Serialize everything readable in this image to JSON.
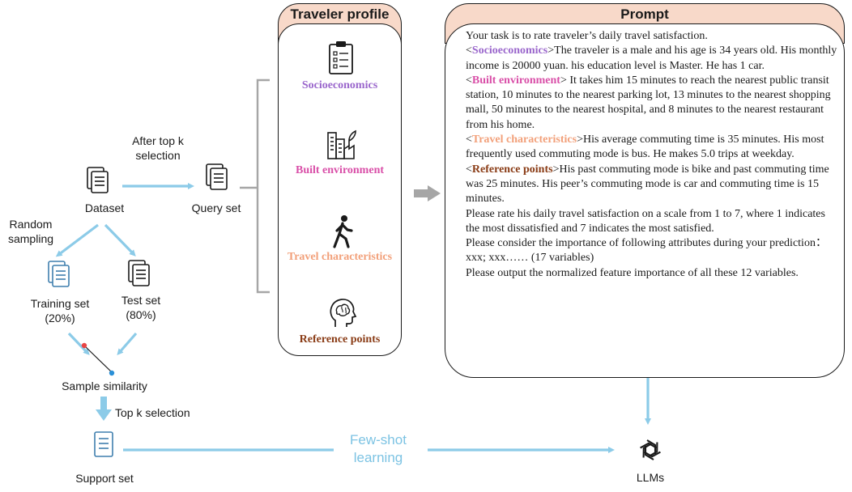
{
  "left_flow": {
    "dataset": "Dataset",
    "after_top_k": "After top k\nselection",
    "query_set": "Query set",
    "random_sampling": "Random\nsampling",
    "training_set": "Training set\n(20%)",
    "test_set": "Test set\n(80%)",
    "sample_similarity": "Sample similarity",
    "top_k_selection": "Top k selection",
    "support_set": "Support set",
    "few_shot": "Few-shot\nlearning",
    "llms": "LLMs"
  },
  "traveler_profile": {
    "title": "Traveler profile",
    "categories": [
      {
        "label": "Socioeconomics",
        "icon": "clipboard-icon",
        "color": "#9a66cc"
      },
      {
        "label": "Built environment",
        "icon": "buildings-icon",
        "color": "#d94fa8"
      },
      {
        "label": "Travel characteristics",
        "icon": "walking-person-icon",
        "color": "#f2a07a"
      },
      {
        "label": "Reference points",
        "icon": "head-brain-icon",
        "color": "#8a3c16"
      }
    ]
  },
  "prompt": {
    "title": "Prompt",
    "intro": "Your task is to rate traveler’s daily travel satisfaction.",
    "socio_tag": "Socioeconomics",
    "socio_text": "The traveler is a male and his age is 34 years old. His monthly income is 20000 yuan. his education level is Master. He has 1 car.",
    "built_tag": "Built environment",
    "built_text": " It takes him 15 minutes to reach the nearest public transit station, 10 minutes to the nearest parking lot,  13 minutes to the nearest shopping mall, 50 minutes to the nearest hospital, and 8 minutes to the nearest restaurant from his home.",
    "travel_tag": "Travel characteristics",
    "travel_text": "His average commuting time is 35 minutes. His most frequently used commuting mode is bus. He makes 5.0 trips at weekday.",
    "ref_tag": "Reference points",
    "ref_text": "His past commuting mode is bike and past commuting time was 25 minutes. His peer’s commuting mode is car and commuting time is 15 minutes.",
    "rate_text": "Please rate his daily travel satisfaction on a scale from 1 to 7, where 1 indicates the most dissatisfied and 7 indicates the most satisfied.",
    "consider_text": "Please consider the importance of following attributes during your prediction：",
    "vars_text": "xxx; xxx…… (17 variables)",
    "output_text": "Please output the normalized feature importance of all these 12 variables."
  },
  "colors": {
    "arrow": "#8ccbe8",
    "header_fill": "#f8d9c9",
    "icon_blue": "#3f7fae",
    "gray_arrow": "#a6a6a6"
  }
}
